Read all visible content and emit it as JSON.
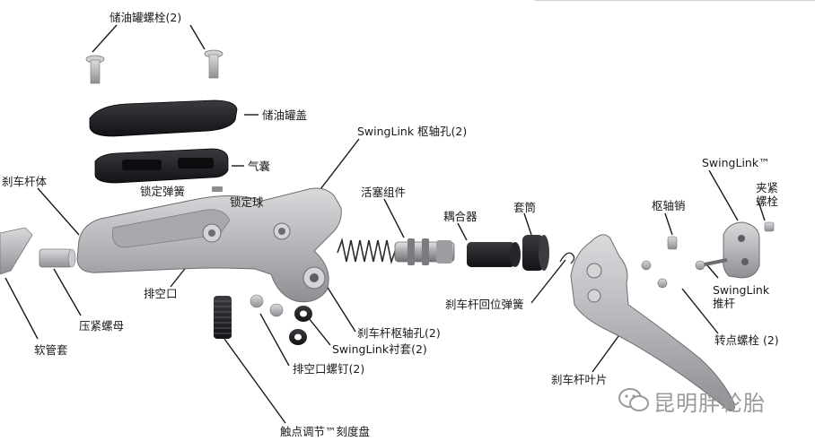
{
  "labels": {
    "reservoir_bolt": "储油罐螺栓(2)",
    "reservoir_cover": "储油罐盖",
    "bladder": "气囊",
    "lock_spring": "锁定弹簧",
    "lock_ball": "锁定球",
    "lever_body": "刹车杆体",
    "swinglink_pivot_hole": "SwingLink 枢轴孔(2)",
    "piston_assembly": "活塞组件",
    "coupler": "耦合器",
    "sleeve": "套筒",
    "pivot_pin": "枢轴销",
    "swinglink": "SwingLink™",
    "clamp_bolt": "夹紧\n螺栓",
    "bleed_port": "排空口",
    "compression_nut": "压紧螺母",
    "hose_barb": "软管套",
    "lever_pivot_hole": "刹车杆枢轴孔(2)",
    "swinglink_bushing": "SwingLink衬套(2)",
    "bleed_screw": "排空口螺钉(2)",
    "contact_dial": "触点调节™刻度盘",
    "return_spring": "刹车杆回位弹簧",
    "lever_blade": "刹车杆叶片",
    "swinglink_pushrod": "SwingLink\n推杆",
    "pivot_bolt": "转点螺栓 (2)"
  },
  "watermark": "昆明胖轮胎",
  "colors": {
    "metal": "#b9bbbe",
    "dark": "#1c1d20",
    "line": "#2a2a2a"
  }
}
